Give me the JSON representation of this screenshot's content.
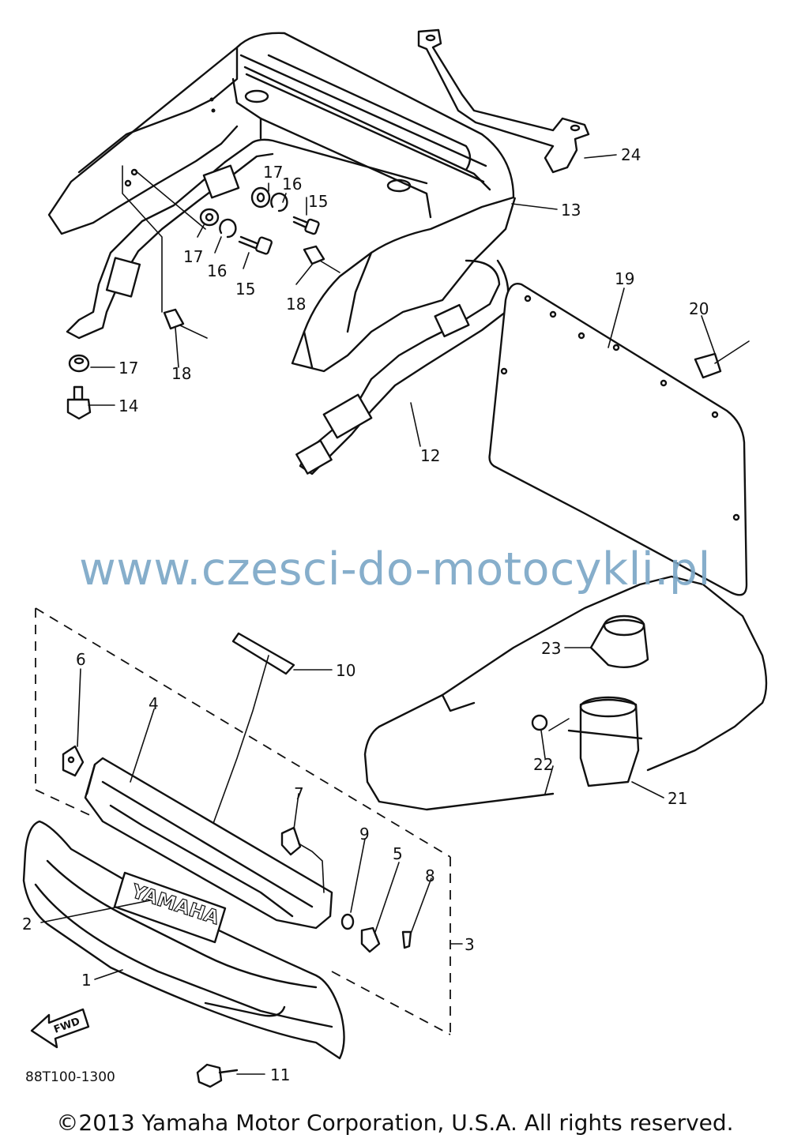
{
  "watermark": "www.czesci-do-motocykli.pl",
  "diagram_code": "88T100-1300",
  "copyright": "©2013 Yamaha Motor Corporation, U.S.A. All rights reserved.",
  "emblem_text": "YAMAHA",
  "fwd_label": "FWD",
  "callouts": [
    {
      "id": "c1",
      "label": "1"
    },
    {
      "id": "c2",
      "label": "2"
    },
    {
      "id": "c3",
      "label": "3"
    },
    {
      "id": "c4",
      "label": "4"
    },
    {
      "id": "c5",
      "label": "5"
    },
    {
      "id": "c6",
      "label": "6"
    },
    {
      "id": "c7",
      "label": "7"
    },
    {
      "id": "c8",
      "label": "8"
    },
    {
      "id": "c9",
      "label": "9"
    },
    {
      "id": "c10",
      "label": "10"
    },
    {
      "id": "c11",
      "label": "11"
    },
    {
      "id": "c12",
      "label": "12"
    },
    {
      "id": "c13",
      "label": "13"
    },
    {
      "id": "c14",
      "label": "14"
    },
    {
      "id": "c15a",
      "label": "15"
    },
    {
      "id": "c15b",
      "label": "15"
    },
    {
      "id": "c16a",
      "label": "16"
    },
    {
      "id": "c16b",
      "label": "16"
    },
    {
      "id": "c17a",
      "label": "17"
    },
    {
      "id": "c17b",
      "label": "17"
    },
    {
      "id": "c17c",
      "label": "17"
    },
    {
      "id": "c18a",
      "label": "18"
    },
    {
      "id": "c18b",
      "label": "18"
    },
    {
      "id": "c19",
      "label": "19"
    },
    {
      "id": "c20",
      "label": "20"
    },
    {
      "id": "c21",
      "label": "21"
    },
    {
      "id": "c22",
      "label": "22"
    },
    {
      "id": "c23",
      "label": "23"
    },
    {
      "id": "c24",
      "label": "24"
    }
  ]
}
